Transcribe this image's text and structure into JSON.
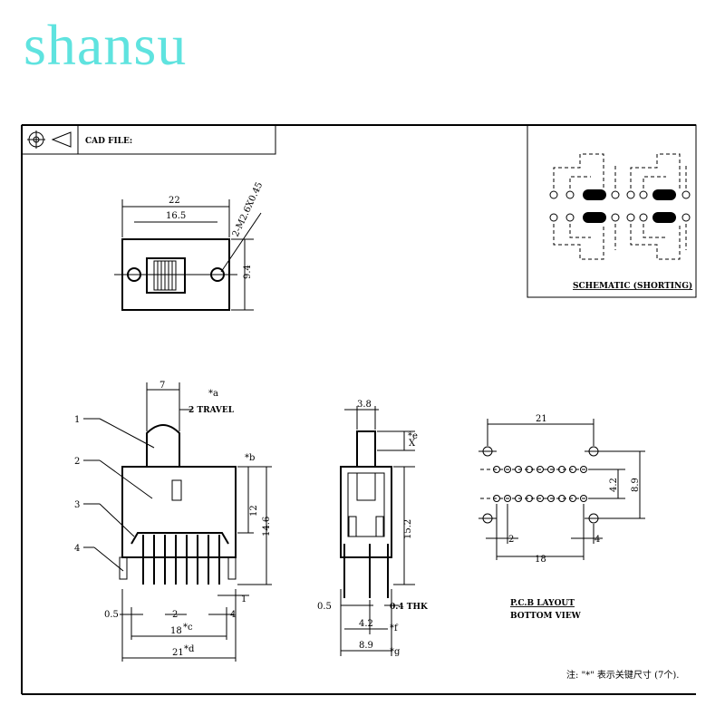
{
  "brand": {
    "name": "shansu",
    "color": "#5fe3df"
  },
  "title_block": {
    "cad_file_label": "CAD FILE:"
  },
  "schematic": {
    "label": "SCHEMATIC (SHORTING)"
  },
  "top_view": {
    "dim_overall": "22",
    "dim_holes": "16.5",
    "dim_height": "9.4",
    "screw_note": "2-M2.6X0.45"
  },
  "front_view": {
    "dim_actuator": "7",
    "dim_travel": "2 TRAVEL",
    "mark_a": "*a",
    "mark_b": "*b",
    "dim_body": "12",
    "dim_total": "14.6",
    "dim_pin": "0.5",
    "dim_pitch": "2",
    "dim_side": "4",
    "dim_one": "1",
    "dim_18": "18",
    "mark_c": "*c",
    "dim_21": "21",
    "mark_d": "*d",
    "callouts": [
      "1",
      "2",
      "3",
      "4"
    ]
  },
  "side_view": {
    "dim_top": "3.8",
    "mark_x": "X",
    "mark_e": "*e",
    "dim_height": "15.2",
    "dim_pin": "0.5",
    "dim_thk": "0.4 THK",
    "dim_pitch": "4.2",
    "mark_f": "*f",
    "dim_width": "8.9",
    "mark_g": "*g"
  },
  "pcb": {
    "dim_top": "21",
    "dim_row": "4.2",
    "dim_height": "8.9",
    "dim_pitch": "2",
    "dim_side": "4",
    "dim_bottom": "18",
    "label_line1": "P.C.B LAYOUT",
    "label_line2": "BOTTOM VIEW"
  },
  "note": {
    "text": "注: \"*\" 表示关键尺寸 (7个)."
  }
}
